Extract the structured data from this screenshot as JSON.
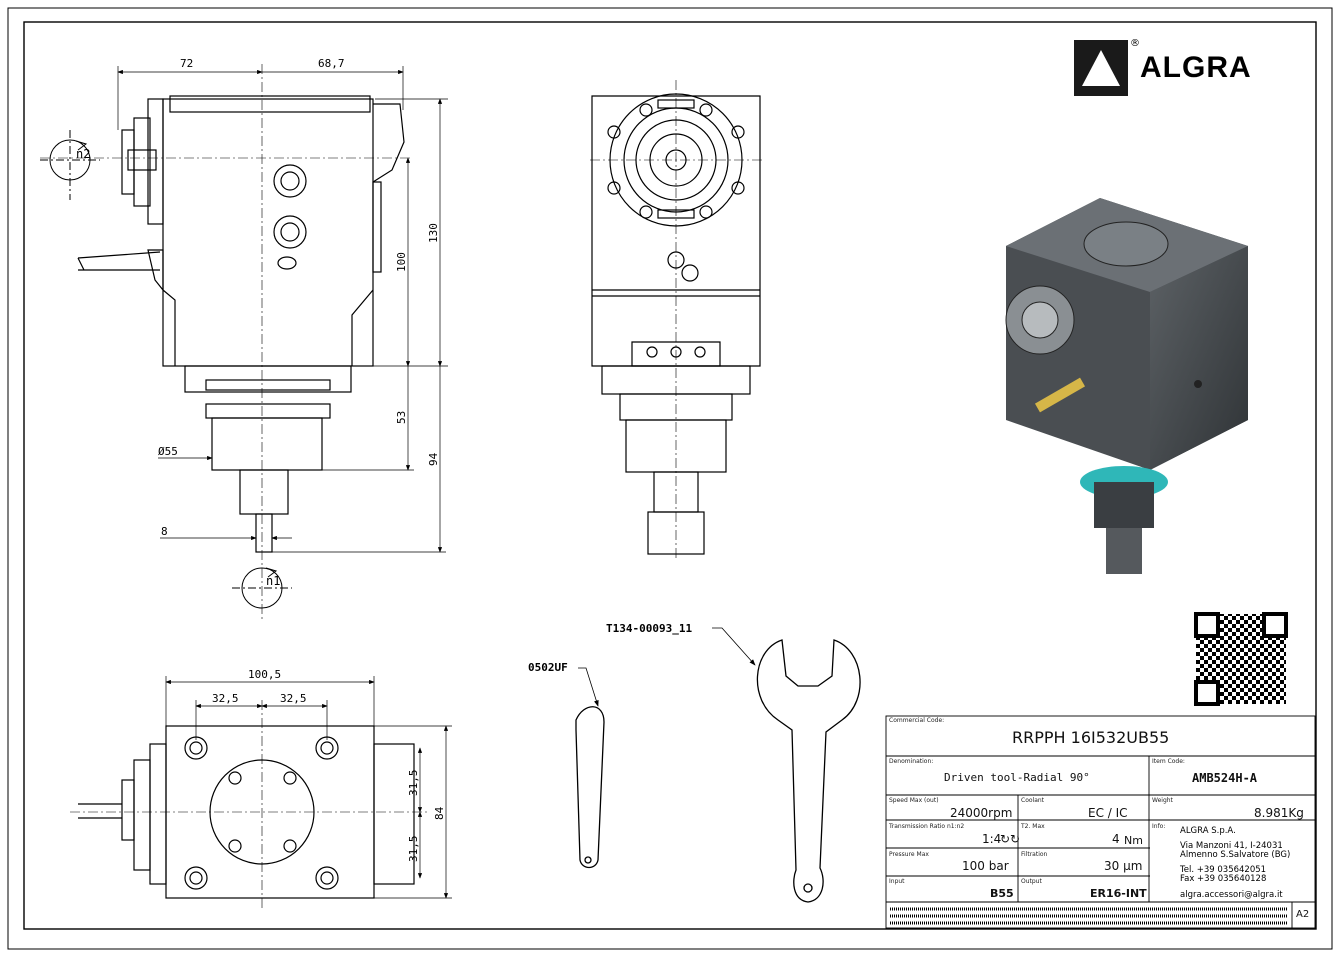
{
  "brand": {
    "name": "ALGRA",
    "registered": "®"
  },
  "front_view": {
    "dims": {
      "top_left": "72",
      "top_right": "68,7",
      "height_130": "130",
      "height_100": "100",
      "height_53": "53",
      "height_94": "94",
      "diameter": "Ø55",
      "shaft": "8"
    },
    "rotation_labels": {
      "n2": "n2",
      "n1": "n1"
    }
  },
  "top_view": {
    "dims": {
      "width": "100,5",
      "pitch_left": "32,5",
      "pitch_right": "32,5",
      "half_top": "31,5",
      "half_bottom": "31,5",
      "depth": "84"
    }
  },
  "accessories": {
    "wrench_code": "T134-00093_11",
    "key_code": "0502UF"
  },
  "title_block": {
    "commercial_code_label": "Commercial Code:",
    "commercial_code": "RRPPH 16I532UB55",
    "denomination_label": "Denomination:",
    "denomination": "Driven tool-Radial 90°",
    "item_code_label": "Item Code:",
    "item_code": "AMB524H-A",
    "speed_label": "Speed Max (out)",
    "speed": "24000rpm",
    "coolant_label": "Coolant",
    "coolant": "EC / IC",
    "weight_label": "Weight",
    "weight": "8.981Kg",
    "ratio_label": "Transmission Ratio n1:n2",
    "ratio": "1:4",
    "torque_label": "T2. Max",
    "torque_value": "4",
    "torque_unit": "Nm",
    "info_label": "Info:",
    "pressure_label": "Pressure Max",
    "pressure": "100 bar",
    "filtration_label": "Filtration",
    "filtration": "30 μm",
    "input_label": "Input",
    "input": "B55",
    "output_label": "Output",
    "output": "ER16-INT",
    "company": "ALGRA S.p.A.",
    "address1": "Via Manzoni 41, I-24031",
    "address2": "Almenno S.Salvatore (BG)",
    "tel": "Tel. +39 035642051",
    "fax": "Fax +39 035640128",
    "email": "algra.accessori@algra.it",
    "sheet_size": "A2"
  }
}
